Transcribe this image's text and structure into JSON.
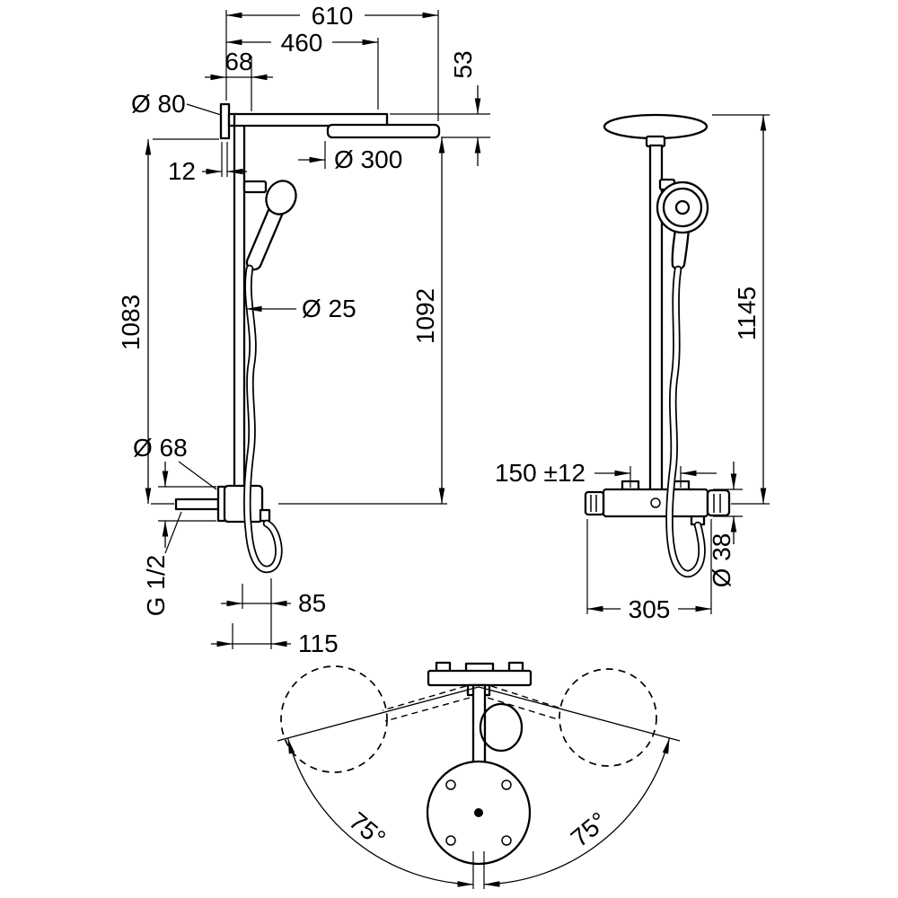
{
  "colors": {
    "line": "#000000",
    "background": "#ffffff"
  },
  "drawing": {
    "side_view": {
      "dim_610": "610",
      "dim_460": "460",
      "dim_68": "68",
      "dia_80": "Ø 80",
      "dim_53": "53",
      "dim_12": "12",
      "dia_300": "Ø 300",
      "dim_1083": "1083",
      "dia_25": "Ø 25",
      "dim_1092": "1092",
      "dia_68": "Ø 68",
      "thread": "G 1/2",
      "dim_85": "85",
      "dim_115": "115"
    },
    "front_view": {
      "dim_1145": "1145",
      "dim_150": "150 ±12",
      "dia_38": "Ø 38",
      "dim_305": "305"
    },
    "top_view": {
      "angle_left": "75°",
      "angle_right": "75°"
    }
  }
}
